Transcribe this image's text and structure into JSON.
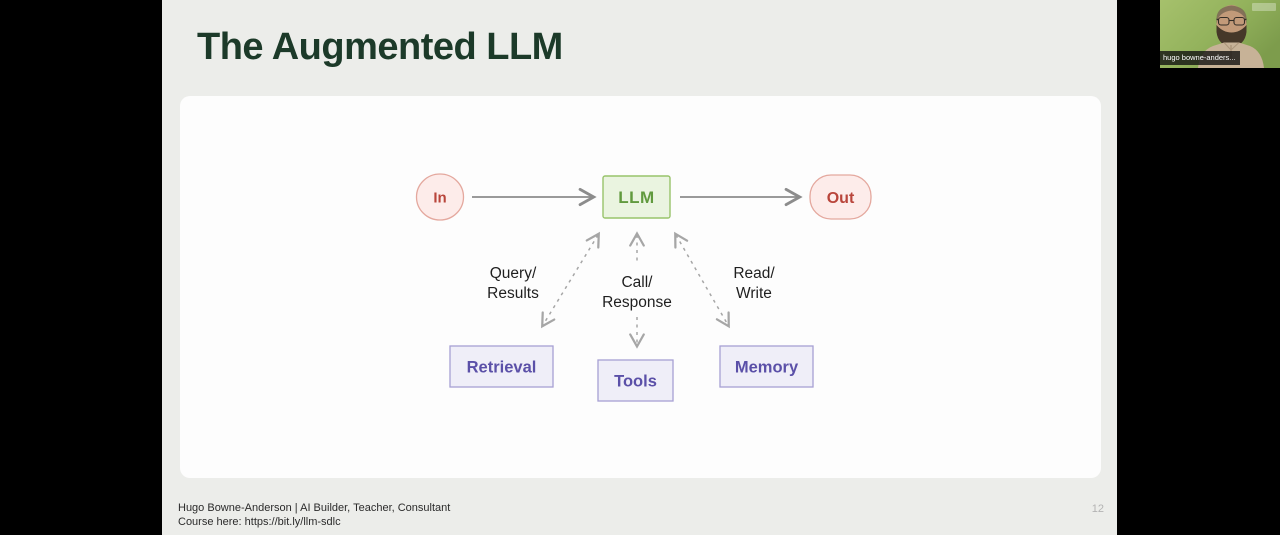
{
  "slide": {
    "title": "The Augmented LLM",
    "page_number": "12",
    "footer": {
      "line1": "Hugo Bowne-Anderson | AI Builder, Teacher, Consultant",
      "line2": "Course here: https://bit.ly/llm-sdlc"
    }
  },
  "diagram": {
    "nodes": {
      "in": "In",
      "llm": "LLM",
      "out": "Out",
      "retrieval": "Retrieval",
      "tools": "Tools",
      "memory": "Memory"
    },
    "edge_labels": {
      "query": [
        "Query/",
        "Results"
      ],
      "call": [
        "Call/",
        "Response"
      ],
      "read": [
        "Read/",
        "Write"
      ]
    },
    "colors": {
      "io_fill": "#fdecea",
      "io_border": "#e4a89e",
      "io_text": "#b9453b",
      "llm_fill": "#eaf4e0",
      "llm_border": "#98c36a",
      "llm_text": "#619a3e",
      "tool_fill": "#efeef8",
      "tool_border": "#a7a0d4",
      "tool_text": "#5b50a8",
      "solid_arrow": "#8c8c8c",
      "dashed_arrow": "#a6a6a6",
      "title_text": "#1c3a29"
    }
  },
  "webcam": {
    "name_label": "hugo bowne-anders..."
  }
}
